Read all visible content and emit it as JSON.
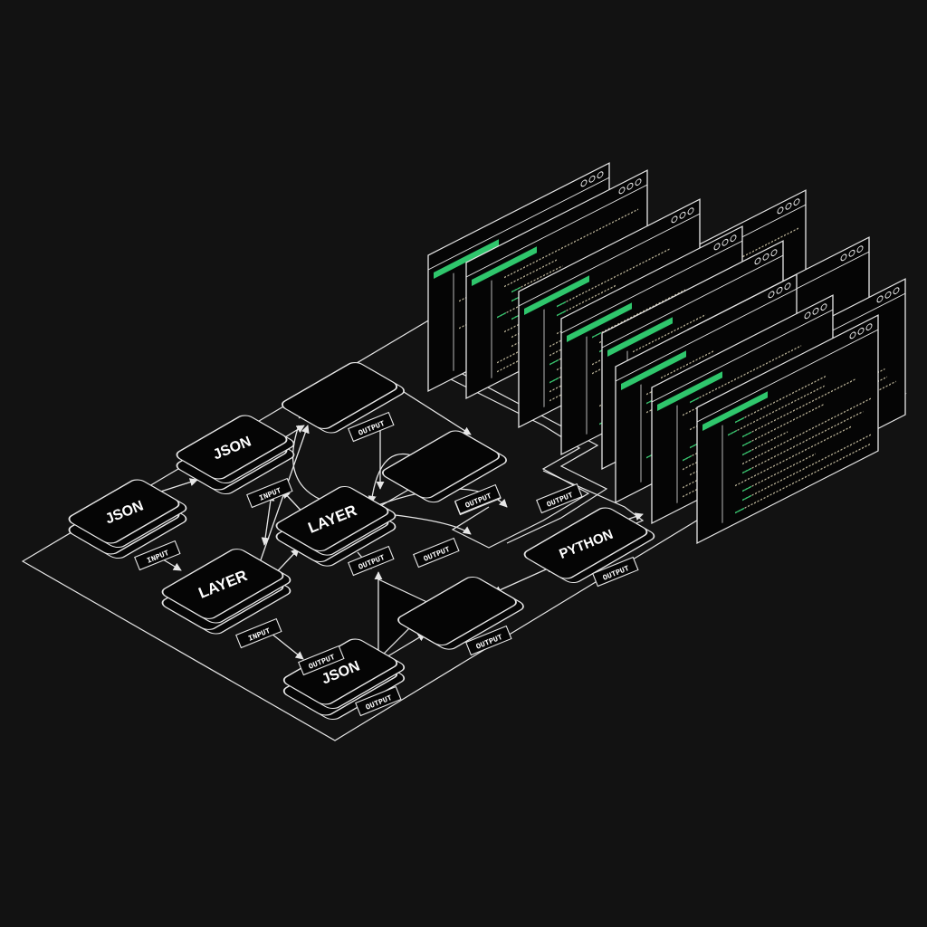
{
  "colors": {
    "background": "#121212",
    "line": "#e6e6e6",
    "node_fill": "#050505",
    "accent": "#2fc66c",
    "code_text": "#d9d0b0"
  },
  "nodes": [
    {
      "id": "json-1",
      "label": "JSON",
      "tag": "INPUT",
      "stacked": true
    },
    {
      "id": "json-2",
      "label": "JSON",
      "tag": "INPUT",
      "stacked": true
    },
    {
      "id": "top",
      "label": "",
      "tag": "OUTPUT",
      "stacked": false
    },
    {
      "id": "mid-right",
      "label": "",
      "tag": "OUTPUT",
      "stacked": false
    },
    {
      "id": "layer-center",
      "label": "LAYER",
      "tag": "OUTPUT",
      "stacked": true
    },
    {
      "id": "layer-left",
      "label": "LAYER",
      "tag": "INPUT",
      "stacked": true
    },
    {
      "id": "python",
      "label": "PYTHON",
      "tag": "OUTPUT",
      "stacked": false
    },
    {
      "id": "lower-mid",
      "label": "",
      "tag": "OUTPUT",
      "stacked": false
    },
    {
      "id": "json-3",
      "label": "JSON",
      "tag": "OUTPUT",
      "stacked": true
    }
  ],
  "free_tags": [
    {
      "id": "tag-a",
      "label": "OUTPUT"
    },
    {
      "id": "tag-b",
      "label": "OUTPUT"
    },
    {
      "id": "tag-c",
      "label": "OUTPUT"
    },
    {
      "id": "tag-d",
      "label": "OUTPUT"
    }
  ],
  "code_windows": {
    "count": 11,
    "buttons_per_window": 3
  }
}
